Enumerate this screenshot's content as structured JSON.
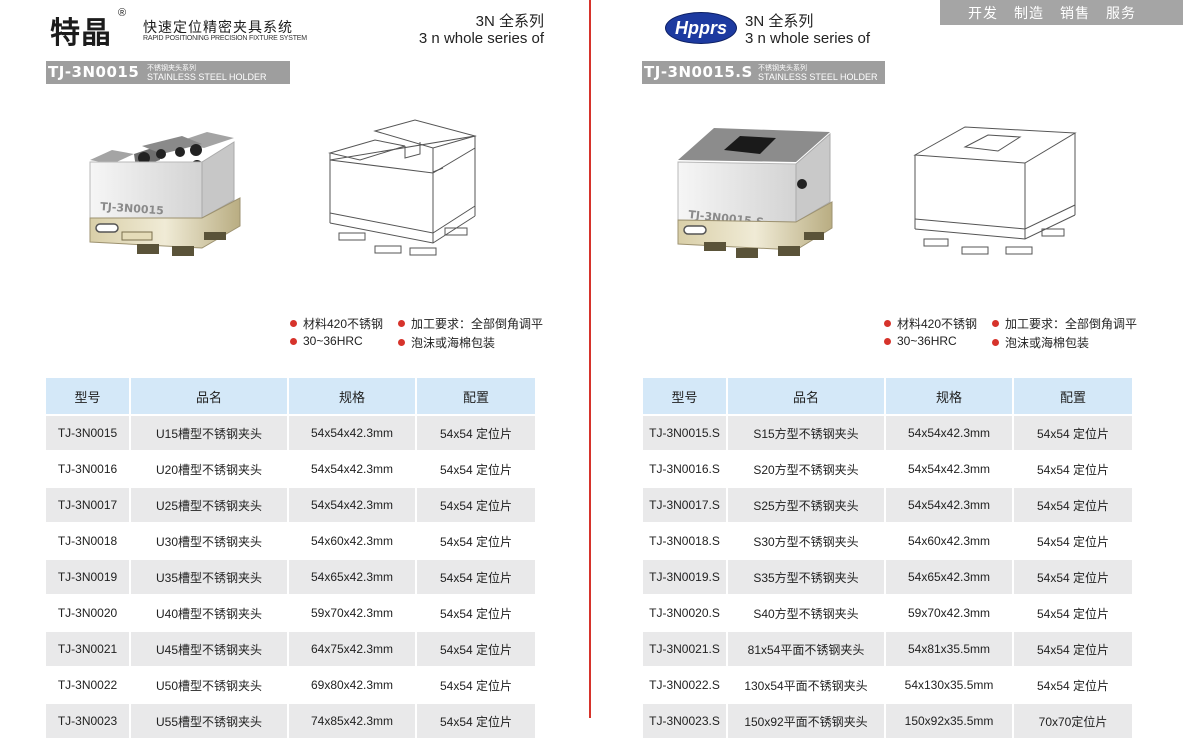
{
  "nav": [
    "开发",
    "制造",
    "销售",
    "服务"
  ],
  "left": {
    "brand_cn": "特晶",
    "brand_reg": "®",
    "brand_sub_cn": "快速定位精密夹具系统",
    "brand_sub_en": "RAPID POSITIONING PRECISION FIXTURE SYSTEM",
    "series_cn": "3N 全系列",
    "series_en": "3 n whole series of",
    "model_code": "TJ-3N0015",
    "model_type_cn": "不锈钢夹头系列",
    "model_type_en": "STAINLESS STEEL HOLDER",
    "engraving": "TJ-3N0015",
    "features": [
      "材料420不锈钢",
      "加工要求：全部倒角调平",
      "30~36HRC",
      "泡沫或海棉包装"
    ],
    "table": {
      "headers": [
        "型号",
        "品名",
        "规格",
        "配置"
      ],
      "rows": [
        [
          "TJ-3N0015",
          "U15槽型不锈钢夹头",
          "54x54x42.3mm",
          "54x54 定位片"
        ],
        [
          "TJ-3N0016",
          "U20槽型不锈钢夹头",
          "54x54x42.3mm",
          "54x54 定位片"
        ],
        [
          "TJ-3N0017",
          "U25槽型不锈钢夹头",
          "54x54x42.3mm",
          "54x54 定位片"
        ],
        [
          "TJ-3N0018",
          "U30槽型不锈钢夹头",
          "54x60x42.3mm",
          "54x54 定位片"
        ],
        [
          "TJ-3N0019",
          "U35槽型不锈钢夹头",
          "54x65x42.3mm",
          "54x54 定位片"
        ],
        [
          "TJ-3N0020",
          "U40槽型不锈钢夹头",
          "59x70x42.3mm",
          "54x54 定位片"
        ],
        [
          "TJ-3N0021",
          "U45槽型不锈钢夹头",
          "64x75x42.3mm",
          "54x54 定位片"
        ],
        [
          "TJ-3N0022",
          "U50槽型不锈钢夹头",
          "69x80x42.3mm",
          "54x54 定位片"
        ],
        [
          "TJ-3N0023",
          "U55槽型不锈钢夹头",
          "74x85x42.3mm",
          "54x54 定位片"
        ]
      ]
    }
  },
  "right": {
    "brand_logo": "Hpprs",
    "series_cn": "3N 全系列",
    "series_en": "3 n whole series of",
    "model_code": "TJ-3N0015.S",
    "model_type_cn": "不锈钢夹头系列",
    "model_type_en": "STAINLESS STEEL HOLDER",
    "engraving": "TJ-3N0015.S",
    "features": [
      "材料420不锈钢",
      "加工要求：全部倒角调平",
      "30~36HRC",
      "泡沫或海棉包装"
    ],
    "table": {
      "headers": [
        "型号",
        "品名",
        "规格",
        "配置"
      ],
      "rows": [
        [
          "TJ-3N0015.S",
          "S15方型不锈钢夹头",
          "54x54x42.3mm",
          "54x54 定位片"
        ],
        [
          "TJ-3N0016.S",
          "S20方型不锈钢夹头",
          "54x54x42.3mm",
          "54x54 定位片"
        ],
        [
          "TJ-3N0017.S",
          "S25方型不锈钢夹头",
          "54x54x42.3mm",
          "54x54 定位片"
        ],
        [
          "TJ-3N0018.S",
          "S30方型不锈钢夹头",
          "54x60x42.3mm",
          "54x54 定位片"
        ],
        [
          "TJ-3N0019.S",
          "S35方型不锈钢夹头",
          "54x65x42.3mm",
          "54x54 定位片"
        ],
        [
          "TJ-3N0020.S",
          "S40方型不锈钢夹头",
          "59x70x42.3mm",
          "54x54 定位片"
        ],
        [
          "TJ-3N0021.S",
          "81x54平面不锈钢夹头",
          "54x81x35.5mm",
          "54x54 定位片"
        ],
        [
          "TJ-3N0022.S",
          "130x54平面不锈钢夹头",
          "54x130x35.5mm",
          "54x54 定位片"
        ],
        [
          "TJ-3N0023.S",
          "150x92平面不锈钢夹头",
          "150x92x35.5mm",
          "70x70定位片"
        ]
      ]
    }
  },
  "colors": {
    "accent_red": "#d6332b",
    "header_blue": "#d4e8f8",
    "row_gray": "#e9e9ea",
    "banner_gray": "#9e9e9e",
    "logo_blue": "#1d3aa0"
  }
}
